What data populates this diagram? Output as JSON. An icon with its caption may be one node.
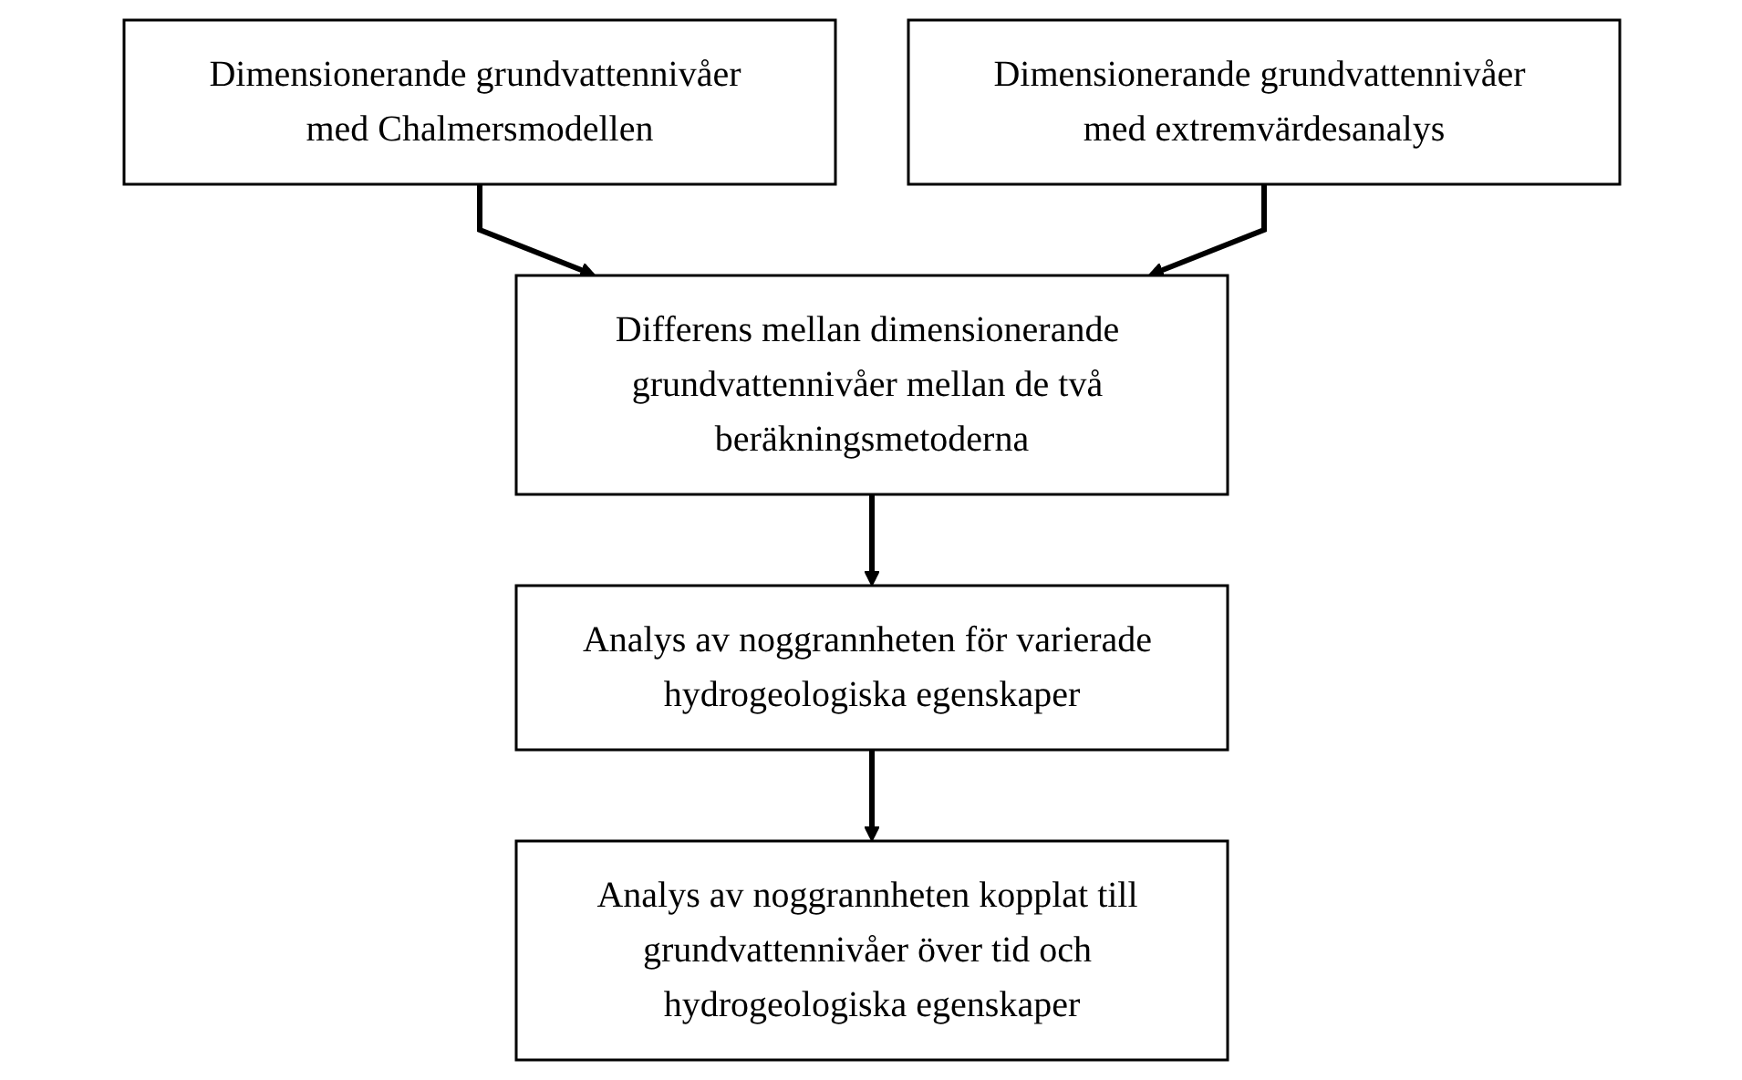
{
  "diagram": {
    "nodes": [
      {
        "text": [
          "Dimensionerande grundvattennivåer med Chalmersmodellen"
        ]
      },
      {
        "text": [
          "Dimensionerande grundvattennivåer med extremvärdesanalys"
        ]
      },
      {
        "text": [
          "Differens mellan dimensionerande grundvattennivåer mellan de två beräkningsmetoderna"
        ]
      },
      {
        "text": [
          "Analys av noggrannheten för varierade hydrogeologiska egenskaper"
        ]
      },
      {
        "text": [
          "Analys av noggrannheten kopplat till grundvattennivåer över tid och hydrogeologiska egenskaper"
        ]
      }
    ],
    "edges": [
      {
        "from": 0,
        "to": 2,
        "arrow": "to"
      },
      {
        "from": 1,
        "to": 2,
        "arrow": "to"
      },
      {
        "from": 2,
        "to": 3,
        "arrow": "to"
      },
      {
        "from": 3,
        "to": 4,
        "arrow": "to"
      }
    ]
  }
}
